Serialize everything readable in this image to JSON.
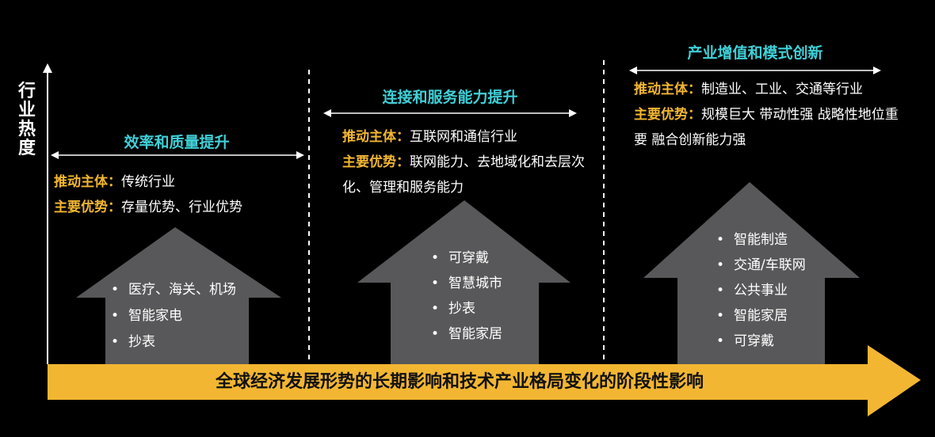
{
  "y_axis_label": "行业热度",
  "bottom_arrow_text": "全球经济发展形势的长期影响和技术产业格局变化的阶段性影响",
  "stages": [
    {
      "title": "效率和质量提升",
      "driver_key": "推动主体：",
      "driver_value": "传统行业",
      "advantage_key": "主要优势：",
      "advantage_value": "存量优势、行业优势",
      "items": [
        "医疗、海关、机场",
        "智能家电",
        "抄表"
      ]
    },
    {
      "title": "连接和服务能力提升",
      "driver_key": "推动主体：",
      "driver_value": "互联网和通信行业",
      "advantage_key": "主要优势：",
      "advantage_value": "联网能力、去地域化和去层次化、管理和服务能力",
      "items": [
        "可穿戴",
        "智慧城市",
        "抄表",
        "智能家居"
      ]
    },
    {
      "title": "产业增值和模式创新",
      "driver_key": "推动主体：",
      "driver_value": "制造业、工业、交通等行业",
      "advantage_key": "主要优势：",
      "advantage_value": "规模巨大 带动性强  战略性地位重要 融合创新能力强",
      "items": [
        "智能制造",
        "交通/车联网",
        "公共事业",
        "智能家居",
        "可穿戴"
      ]
    }
  ],
  "colors": {
    "background": "#000000",
    "title": "#3fd0d8",
    "key": "#f2b632",
    "house": "#58585a",
    "arrow": "#f2b632",
    "text": "#ffffff"
  }
}
